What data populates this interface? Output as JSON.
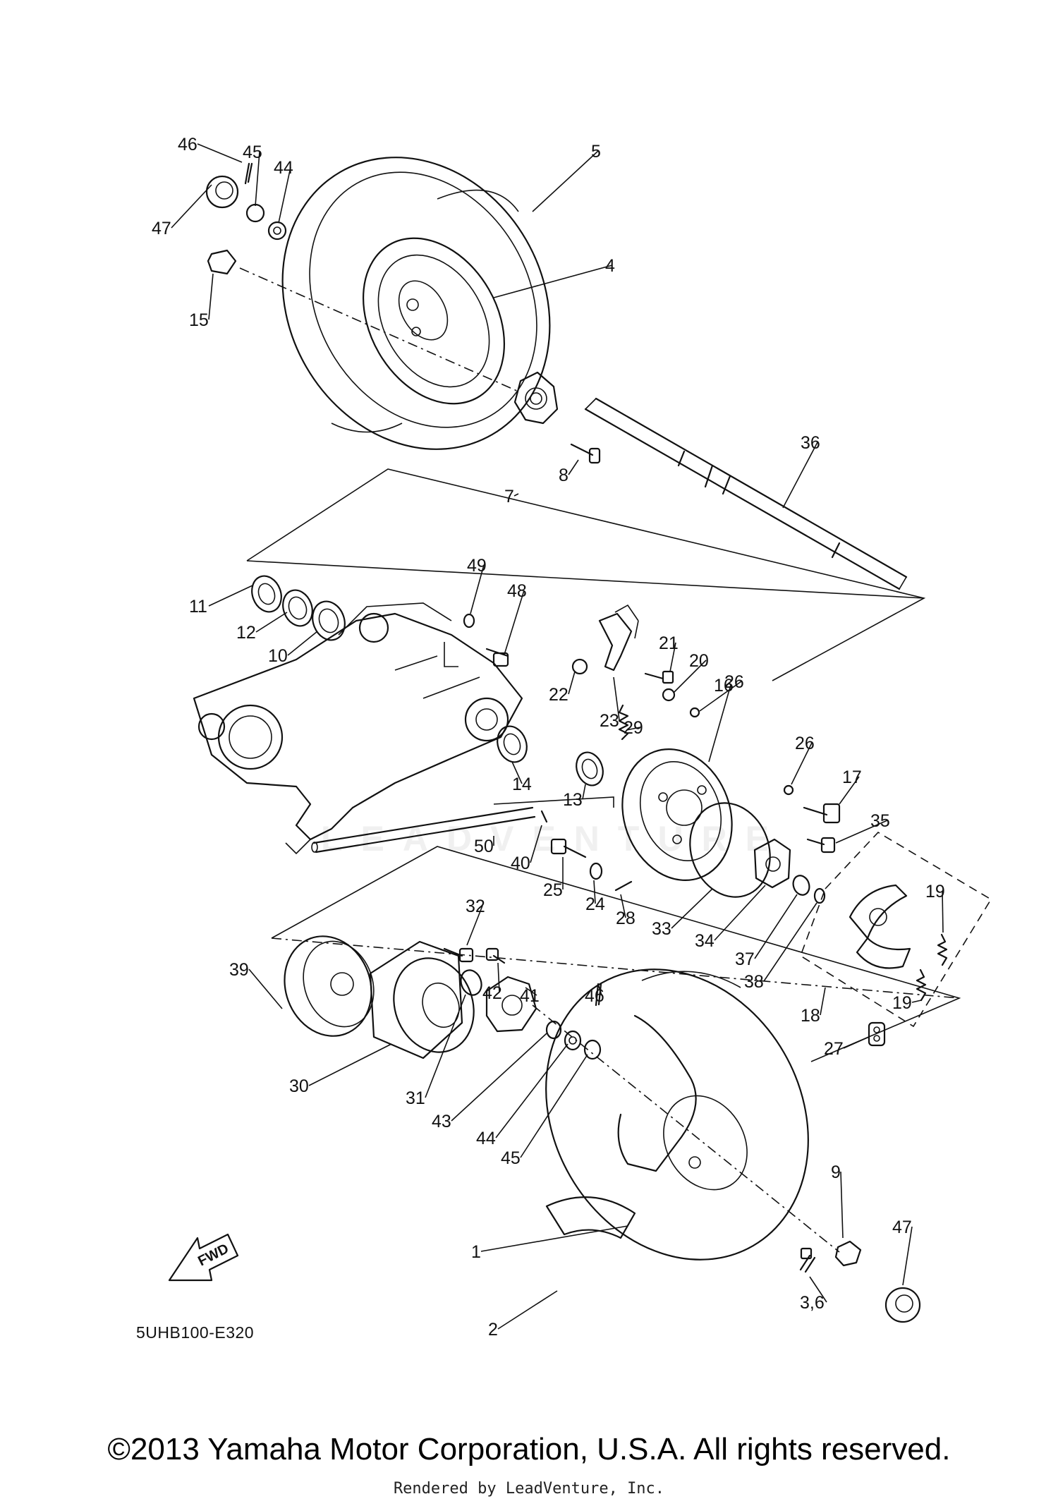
{
  "diagram": {
    "code": "5UHB100-E320",
    "fwd_label": "FWD",
    "watermark": "LEADVENTURE",
    "callouts": [
      {
        "id": "c46a",
        "label": "46"
      },
      {
        "id": "c45a",
        "label": "45"
      },
      {
        "id": "c44a",
        "label": "44"
      },
      {
        "id": "c47a",
        "label": "47"
      },
      {
        "id": "c15",
        "label": "15"
      },
      {
        "id": "c5",
        "label": "5"
      },
      {
        "id": "c4",
        "label": "4"
      },
      {
        "id": "c7",
        "label": "7"
      },
      {
        "id": "c8",
        "label": "8"
      },
      {
        "id": "c36",
        "label": "36"
      },
      {
        "id": "c11",
        "label": "11"
      },
      {
        "id": "c12",
        "label": "12"
      },
      {
        "id": "c10",
        "label": "10"
      },
      {
        "id": "c49",
        "label": "49"
      },
      {
        "id": "c48",
        "label": "48"
      },
      {
        "id": "c21",
        "label": "21"
      },
      {
        "id": "c20",
        "label": "20"
      },
      {
        "id": "c22",
        "label": "22"
      },
      {
        "id": "c23",
        "label": "23"
      },
      {
        "id": "c29",
        "label": "29"
      },
      {
        "id": "c26a",
        "label": "26"
      },
      {
        "id": "c16",
        "label": "16"
      },
      {
        "id": "c26b",
        "label": "26"
      },
      {
        "id": "c17",
        "label": "17"
      },
      {
        "id": "c14",
        "label": "14"
      },
      {
        "id": "c13",
        "label": "13"
      },
      {
        "id": "c50",
        "label": "50"
      },
      {
        "id": "c40",
        "label": "40"
      },
      {
        "id": "c25",
        "label": "25"
      },
      {
        "id": "c24",
        "label": "24"
      },
      {
        "id": "c28",
        "label": "28"
      },
      {
        "id": "c33",
        "label": "33"
      },
      {
        "id": "c34",
        "label": "34"
      },
      {
        "id": "c35",
        "label": "35"
      },
      {
        "id": "c37",
        "label": "37"
      },
      {
        "id": "c38",
        "label": "38"
      },
      {
        "id": "c19a",
        "label": "19"
      },
      {
        "id": "c19b",
        "label": "19"
      },
      {
        "id": "c18",
        "label": "18"
      },
      {
        "id": "c27",
        "label": "27"
      },
      {
        "id": "c32",
        "label": "32"
      },
      {
        "id": "c41",
        "label": "41"
      },
      {
        "id": "c42",
        "label": "42"
      },
      {
        "id": "c46b",
        "label": "46"
      },
      {
        "id": "c39",
        "label": "39"
      },
      {
        "id": "c30",
        "label": "30"
      },
      {
        "id": "c31",
        "label": "31"
      },
      {
        "id": "c43",
        "label": "43"
      },
      {
        "id": "c44b",
        "label": "44"
      },
      {
        "id": "c45b",
        "label": "45"
      },
      {
        "id": "c9",
        "label": "9"
      },
      {
        "id": "c47b",
        "label": "47"
      },
      {
        "id": "c1",
        "label": "1"
      },
      {
        "id": "c36b",
        "label": "3,6"
      },
      {
        "id": "c2",
        "label": "2"
      }
    ]
  },
  "footer": {
    "copyright": "©2013 Yamaha Motor Corporation, U.S.A. All rights reserved.",
    "rendered_by": "Rendered by LeadVenture, Inc."
  }
}
